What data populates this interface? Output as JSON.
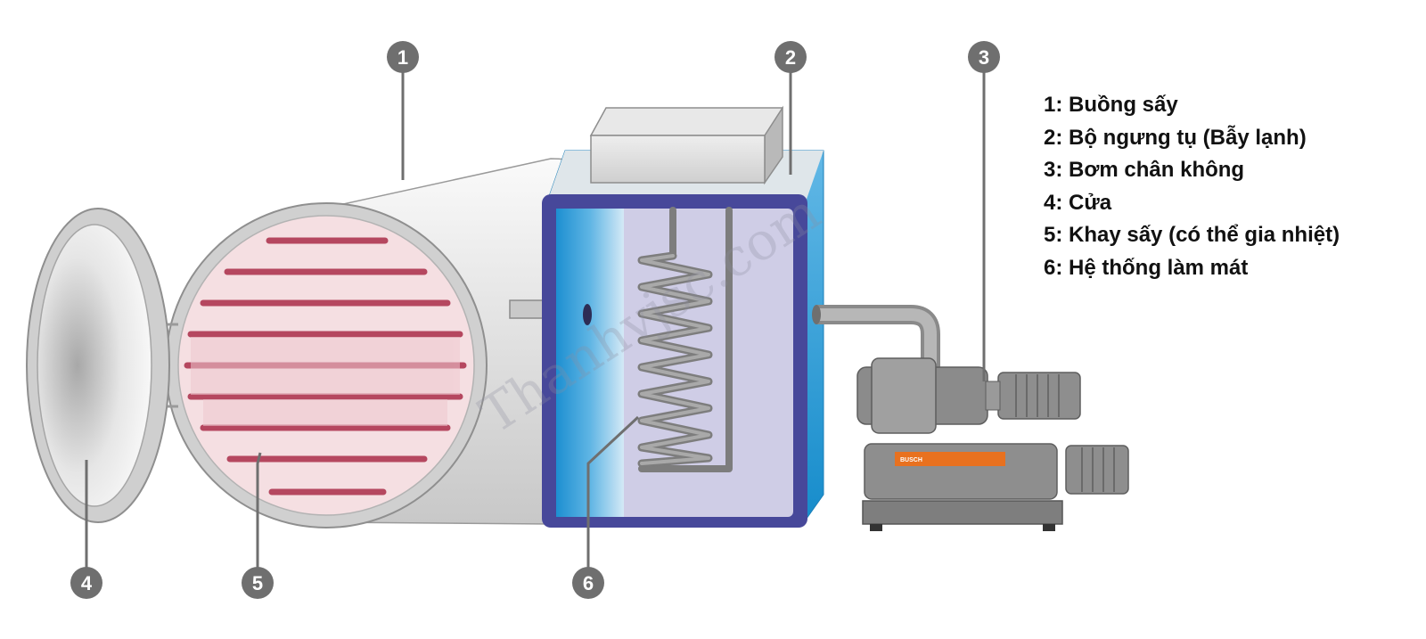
{
  "callouts": {
    "c1": "1",
    "c2": "2",
    "c3": "3",
    "c4": "4",
    "c5": "5",
    "c6": "6"
  },
  "legend": [
    "1: Buồng sấy",
    "2: Bộ ngưng tụ (Bẫy lạnh)",
    "3: Bơm chân không",
    "4: Cửa",
    "5: Khay sấy (có thể gia nhiệt)",
    "6: Hệ thống làm mát"
  ],
  "watermark": "Thanhvjsc.com",
  "pump_brand": "BUSCH",
  "colors": {
    "callout_badge": "#6f6f6f",
    "tray": "#b5475f",
    "condenser_frame": "#47489a",
    "condenser_blue": "#1c8fd0",
    "pump_orange": "#e8711f"
  }
}
